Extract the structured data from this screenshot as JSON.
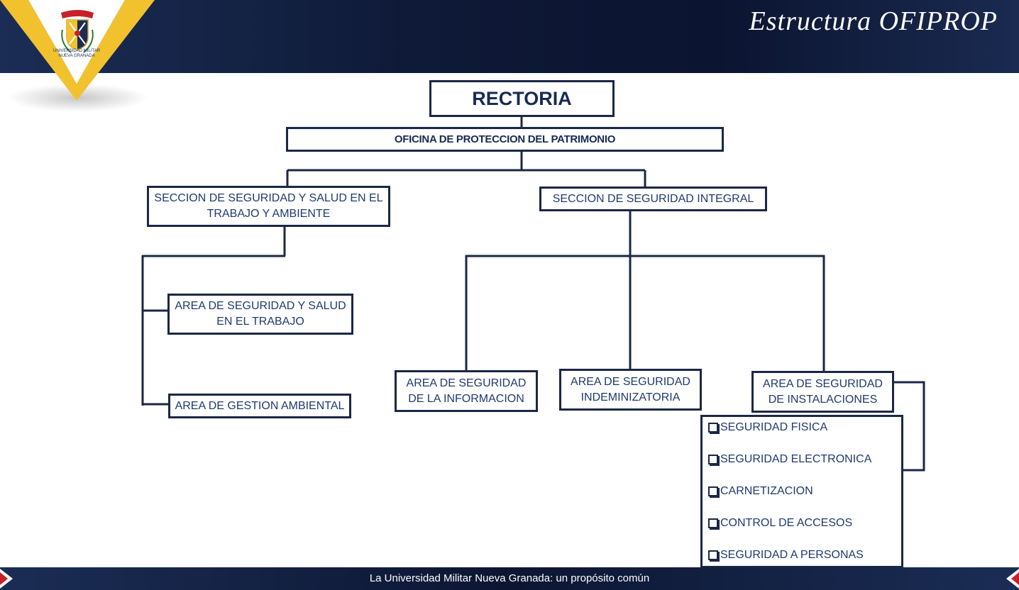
{
  "header": {
    "title": "Estructura OFIPROP",
    "logo_text": "UNIVERSIDAD MILITAR NUEVA GRANADA"
  },
  "chart": {
    "rectoria": "RECTORIA",
    "oficina": "OFICINA DE PROTECCION DEL PATRIMONIO",
    "seccion_sst": [
      "SECCION DE SEGURIDAD Y SALUD EN EL",
      "TRABAJO Y AMBIENTE"
    ],
    "seccion_integral": "SECCION DE SEGURIDAD INTEGRAL",
    "area_sst": [
      "AREA DE SEGURIDAD Y SALUD",
      "EN EL TRABAJO"
    ],
    "area_ambiental": "AREA DE GESTION AMBIENTAL",
    "area_informacion": [
      "AREA DE SEGURIDAD",
      "DE LA INFORMACION"
    ],
    "area_indemnizatoria": [
      "AREA DE SEGURIDAD",
      "INDEMINIZATORIA"
    ],
    "area_instalaciones": [
      "AREA DE SEGURIDAD",
      "DE INSTALACIONES"
    ],
    "instalaciones_items": [
      "SEGURIDAD FISICA",
      "SEGURIDAD ELECTRONICA",
      "CARNETIZACION",
      "CONTROL DE ACCESOS",
      "SEGURIDAD A PERSONAS"
    ]
  },
  "footer": {
    "text": "La Universidad Militar Nueva Granada: un propósito común"
  },
  "colors": {
    "navy": "#0f1a38",
    "gold": "#f2c12e",
    "box_border": "#1b2745",
    "box_text": "#1f3a6e"
  }
}
